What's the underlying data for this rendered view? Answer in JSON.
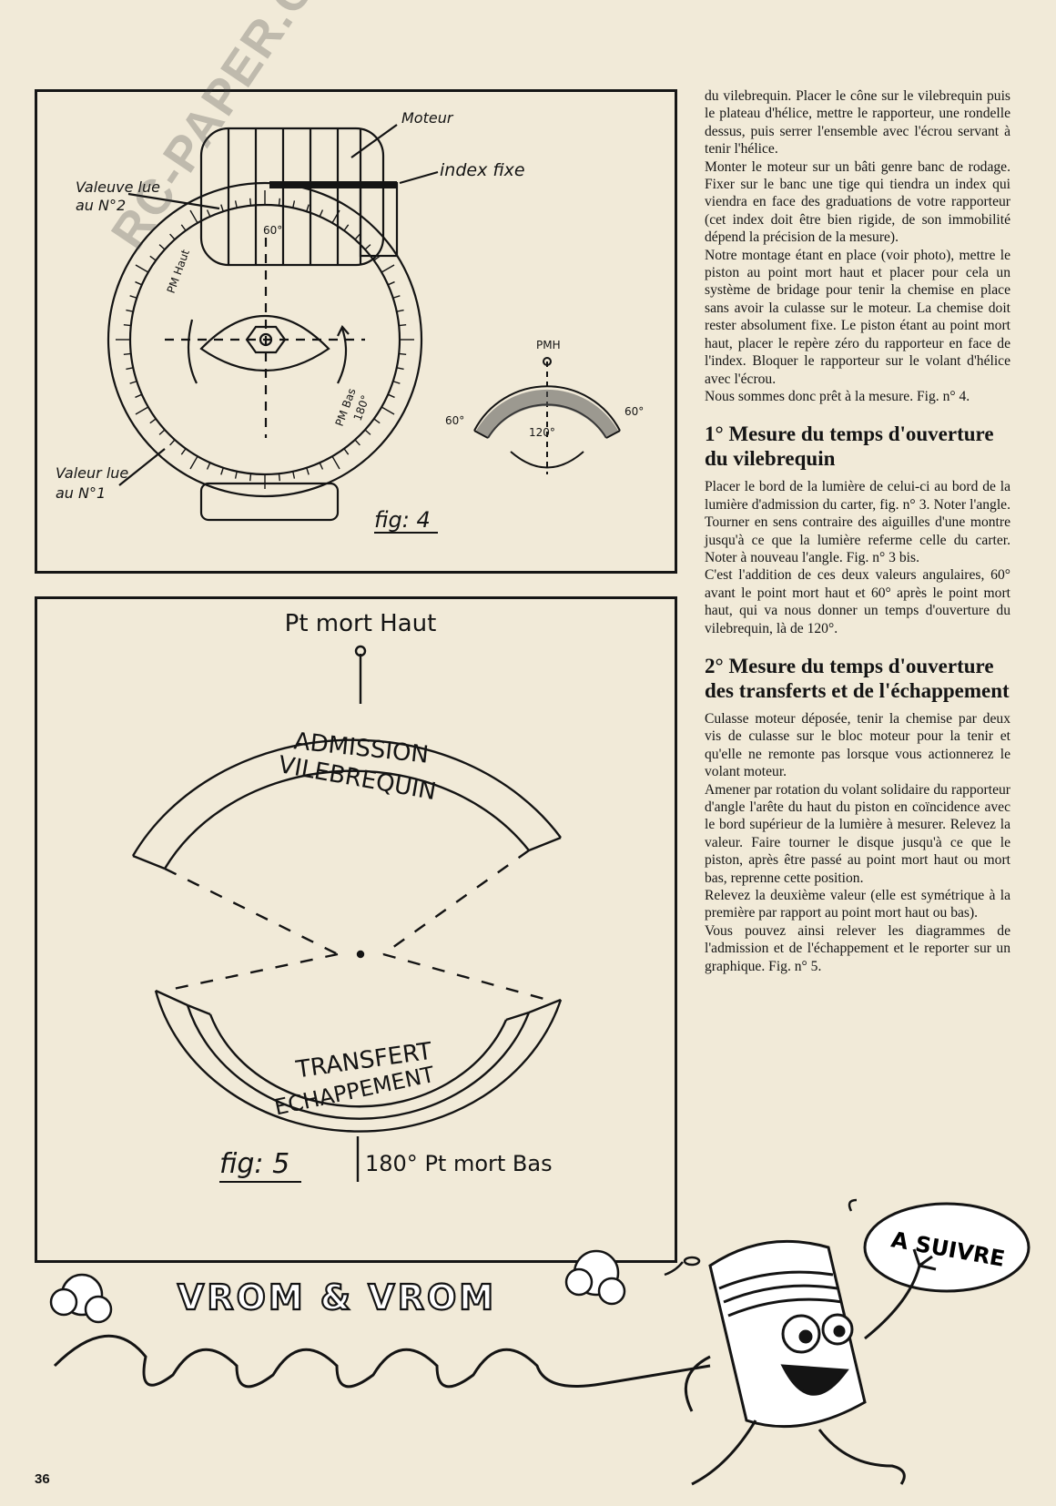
{
  "fig4": {
    "label_moteur": "Moteur",
    "label_index": "index fixe",
    "label_valeur2_a": "Valeuve lue",
    "label_valeur2_b": "au N°2",
    "label_valeur1_a": "Valeur lue",
    "label_valeur1_b": "au N°1",
    "label_pmhaut": "PM Haut",
    "label_pmbas": "PM Bas",
    "label_180": "180°",
    "label_60": "60°",
    "caption": "fig: 4",
    "inset_pmh": "PMH",
    "inset_60_left": "60°",
    "inset_60_right": "60°",
    "inset_120": "120°"
  },
  "fig5": {
    "top_label": "Pt mort Haut",
    "admission": "ADMISSION",
    "vilebrequin": "VILEBREQUIN",
    "transfert": "TRANSFERT",
    "echappement": "ECHAPPEMENT",
    "caption": "fig: 5",
    "bottom_label": "180° Pt mort Bas"
  },
  "watermark": "RC-PAPER.COM",
  "article": {
    "p1": "du vilebrequin. Placer le cône sur le vilebrequin puis le plateau d'hélice, mettre le rapporteur, une rondelle dessus, puis serrer l'ensemble avec l'écrou servant à tenir l'hélice.",
    "p2": "Monter le moteur sur un bâti genre banc de rodage. Fixer sur le banc une tige qui tiendra un index qui viendra en face des graduations de votre rapporteur (cet index doit être bien rigide, de son immobilité dépend la précision de la mesure).",
    "p3": "Notre montage étant en place (voir photo), mettre le piston au point mort haut et placer pour cela un système de bridage pour tenir la chemise en place sans avoir la culasse sur le moteur. La chemise doit rester absolument fixe. Le piston étant au point mort haut, placer le repère zéro du rapporteur en face de l'index. Bloquer le rapporteur sur le volant d'hélice avec l'écrou.",
    "p4": "Nous sommes donc prêt à la mesure. Fig. n° 4.",
    "h1": "1° Mesure du temps d'ouverture du vilebrequin",
    "p5": "Placer le bord de la lumière de celui-ci au bord de la lumière d'admission du carter, fig. n° 3. Noter l'angle. Tourner en sens contraire des aiguilles d'une montre jusqu'à ce que la lumière referme celle du carter. Noter à nouveau l'angle. Fig. n° 3 bis.",
    "p6": "C'est l'addition de ces deux valeurs angulaires, 60° avant le point mort haut et 60° après le point mort haut, qui va nous donner un temps d'ouverture du vilebrequin, là de 120°.",
    "h2": "2° Mesure du temps d'ouverture des transferts et de l'échappement",
    "p7": "Culasse moteur déposée, tenir la chemise par deux vis de culasse sur le bloc moteur pour la tenir et qu'elle ne remonte pas lorsque vous actionnerez le volant moteur.",
    "p8": "Amener par rotation du volant solidaire du rapporteur d'angle l'arête du haut du piston en coïncidence avec le bord supérieur de la lumière à mesurer. Relevez la valeur. Faire tourner le disque jusqu'à ce que le piston, après être passé au point mort haut ou mort bas, reprenne cette position.",
    "p9": "Relevez la deuxième valeur (elle est symétrique à la première par rapport au point mort haut ou bas).",
    "p10": "Vous pouvez ainsi relever les diagrammes de l'admission et de l'échappement et le reporter sur un graphique. Fig. n° 5."
  },
  "cartoon": {
    "speech": "A SUIVRE",
    "banner": "VROM & VROM"
  },
  "page_number": "36"
}
